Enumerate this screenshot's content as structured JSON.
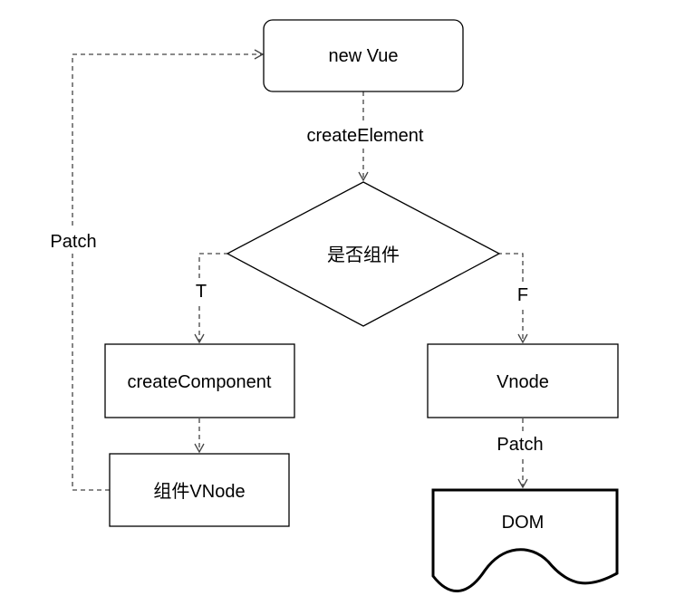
{
  "nodes": {
    "new_vue": "new Vue",
    "is_component": "是否组件",
    "create_component": "createComponent",
    "component_vnode": "组件VNode",
    "vnode": "Vnode",
    "dom": "DOM"
  },
  "edges": {
    "create_element": "createElement",
    "true_branch": "T",
    "false_branch": "F",
    "patch_left": "Patch",
    "patch_right": "Patch"
  }
}
